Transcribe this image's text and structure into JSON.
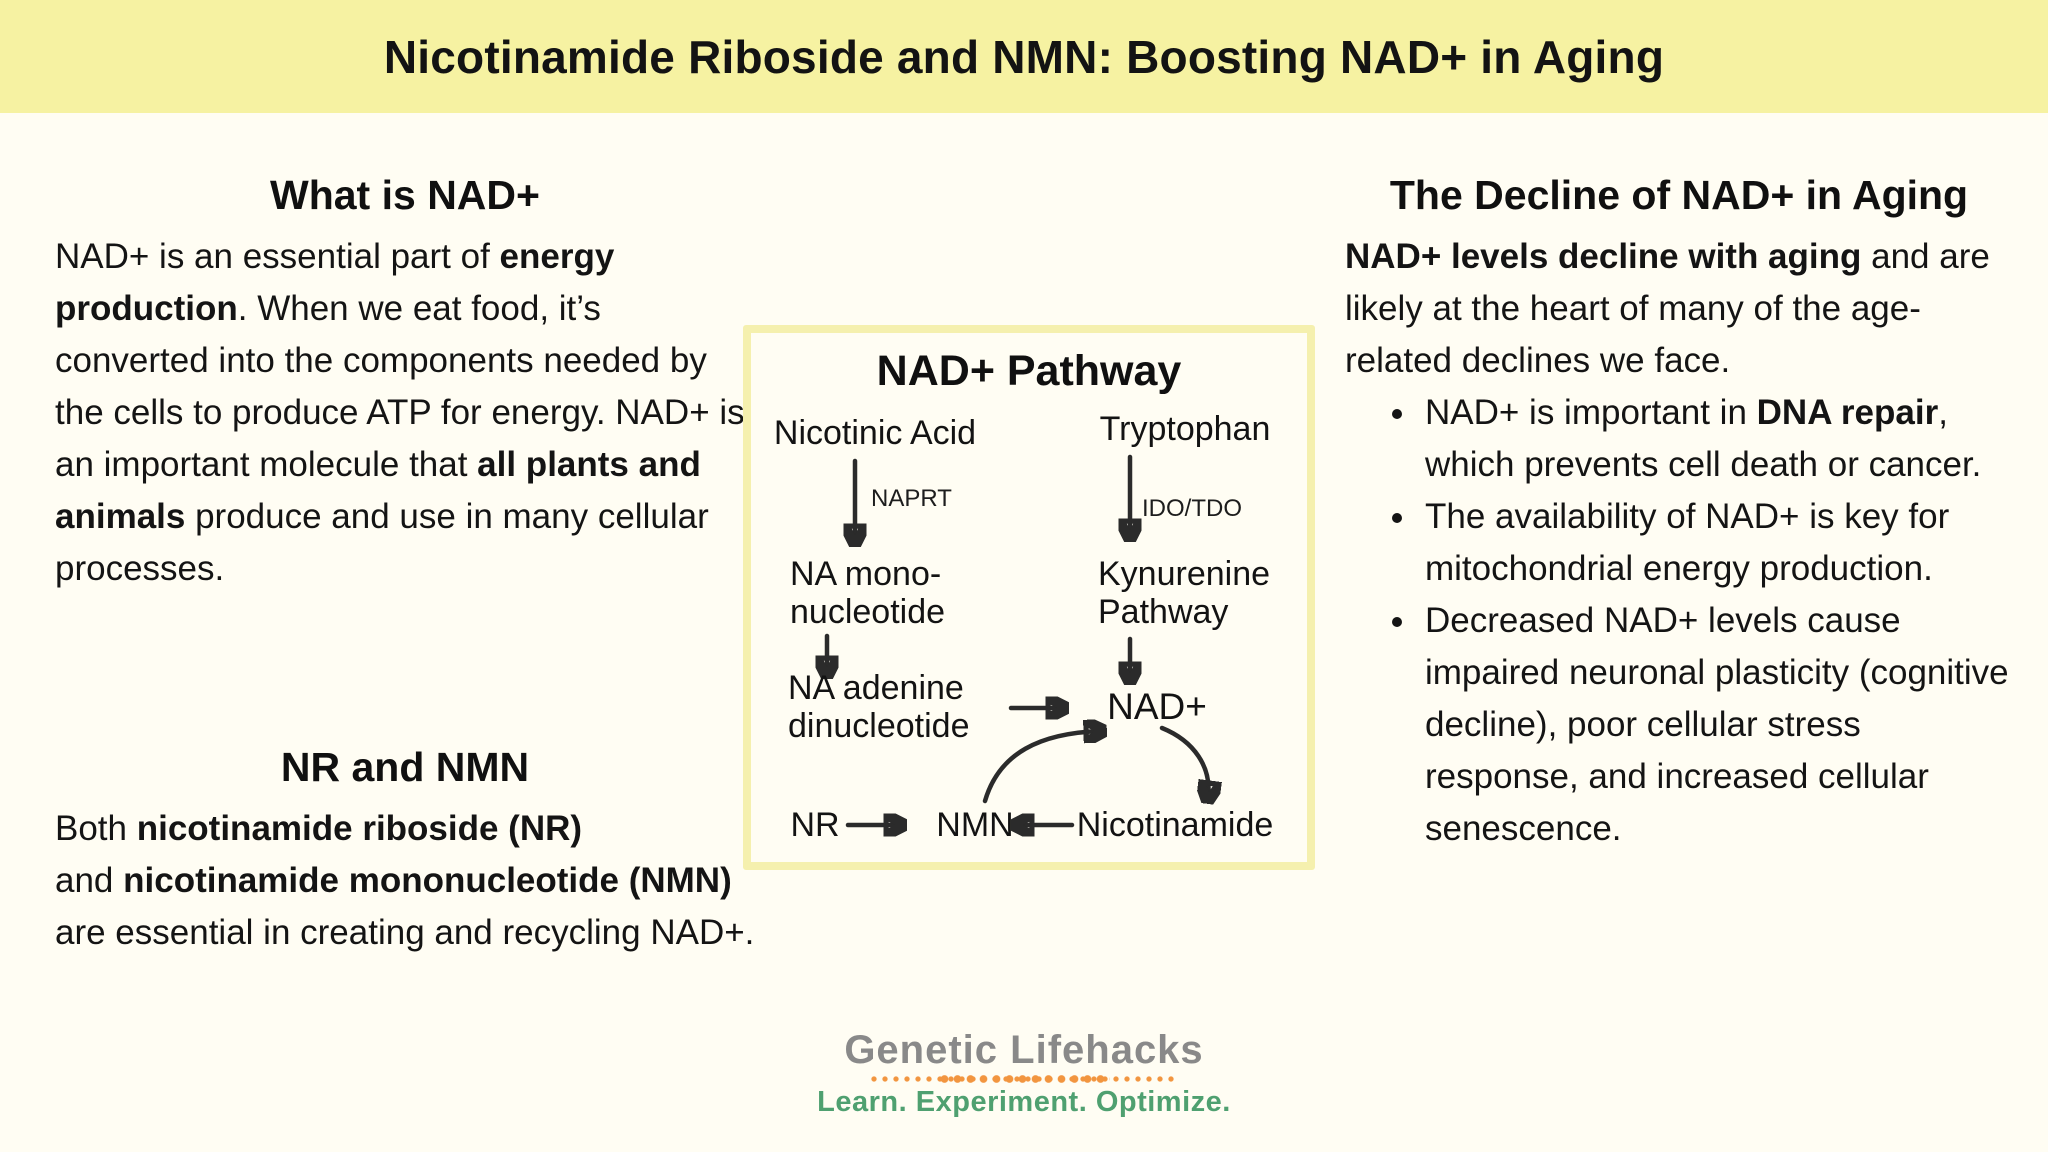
{
  "banner": {
    "title": "Nicotinamide Riboside and NMN: Boosting NAD+ in Aging"
  },
  "left": {
    "what_is_nad": {
      "heading": "What is NAD+",
      "body_runs": [
        {
          "t": "NAD+ is an essential part of ",
          "b": false
        },
        {
          "t": "energy production",
          "b": true
        },
        {
          "t": ". When we eat food, it’s converted into the components needed by the cells to produce ATP for energy. NAD+ is an important molecule that ",
          "b": false
        },
        {
          "t": "all plants and animals",
          "b": true
        },
        {
          "t": " produce and use in many cellular processes.",
          "b": false
        }
      ]
    },
    "nr_and_nmn": {
      "heading": "NR and NMN",
      "body_runs": [
        {
          "t": "Both ",
          "b": false
        },
        {
          "t": "nicotinamide riboside (NR)",
          "b": true
        },
        {
          "t": "\nand ",
          "b": false
        },
        {
          "t": "nicotinamide mononucleotide (NMN)",
          "b": true
        },
        {
          "t": "\nare essential in creating and recycling NAD+.",
          "b": false
        }
      ]
    }
  },
  "pathway": {
    "title": "NAD+ Pathway",
    "nodes": {
      "nicotinic_acid": "Nicotinic Acid",
      "tryptophan": "Tryptophan",
      "na_mononucleotide": "NA mono-\nnucleotide",
      "kynurenine_pathway": "Kynurenine\nPathway",
      "na_adenine_dinucleotide": "NA adenine\ndinucleotide",
      "nad": "NAD+",
      "nr": "NR",
      "nmn": "NMN",
      "nicotinamide": "Nicotinamide"
    },
    "enzymes": {
      "naprt": "NAPRT",
      "ido_tdo": "IDO/TDO"
    }
  },
  "right": {
    "heading": "The Decline of NAD+ in Aging",
    "intro_runs": [
      {
        "t": "NAD+ levels decline with aging",
        "b": true
      },
      {
        "t": " and are likely at the heart of many of the age-related declines we face.",
        "b": false
      }
    ],
    "bullets": [
      {
        "runs": [
          {
            "t": "NAD+ is important in ",
            "b": false
          },
          {
            "t": "DNA repair",
            "b": true
          },
          {
            "t": ", which prevents cell death or cancer.",
            "b": false
          }
        ]
      },
      {
        "runs": [
          {
            "t": "The availability of NAD+ is key for mitochondrial energy production.",
            "b": false
          }
        ]
      },
      {
        "runs": [
          {
            "t": "Decreased NAD+ levels cause impaired neuronal plasticity (cognitive decline), poor cellular stress response, and increased cellular senescence.",
            "b": false
          }
        ]
      }
    ]
  },
  "footer": {
    "logo_text": "Genetic Lifehacks",
    "tagline": "Learn. Experiment. Optimize."
  },
  "colors": {
    "banner_bg": "#F6F2A2",
    "page_bg": "#FFFDF3",
    "box_border": "#F5F0AE",
    "text": "#161616",
    "arrow": "#2b2b2b",
    "logo_gray": "#898989",
    "logo_green": "#4FA070",
    "logo_orange": "#F2953F"
  }
}
